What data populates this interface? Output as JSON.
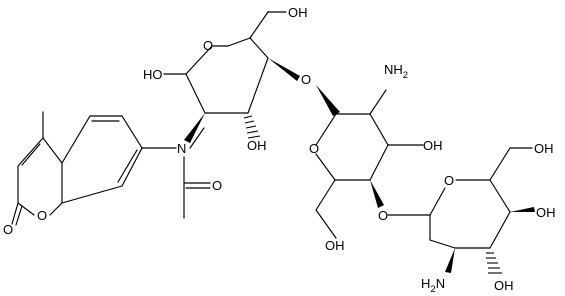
{
  "molecule": {
    "atoms": {
      "ring_o_top": "O",
      "oh_ch2_top": "OH",
      "ho_anomeric": "HO",
      "glyco_o_1": "O",
      "oh_ring1": "OH",
      "n_amide": "N",
      "o_amide": "O",
      "o_coumarin_ring": "O",
      "o_coumarin_carbonyl": "O",
      "nh2_mid_text": "NH",
      "nh2_mid_sub": "2",
      "ring_o_mid": "O",
      "oh_ring2": "OH",
      "oh_ch2_mid": "OH",
      "glyco_o_2": "O",
      "ring_o_bot": "O",
      "oh_ch2_bot": "OH",
      "oh_ring3_a": "OH",
      "oh_ring3_b": "OH",
      "nh2_bot_text": "H",
      "nh2_bot_sub": "2",
      "nh2_bot_n": "N"
    }
  }
}
